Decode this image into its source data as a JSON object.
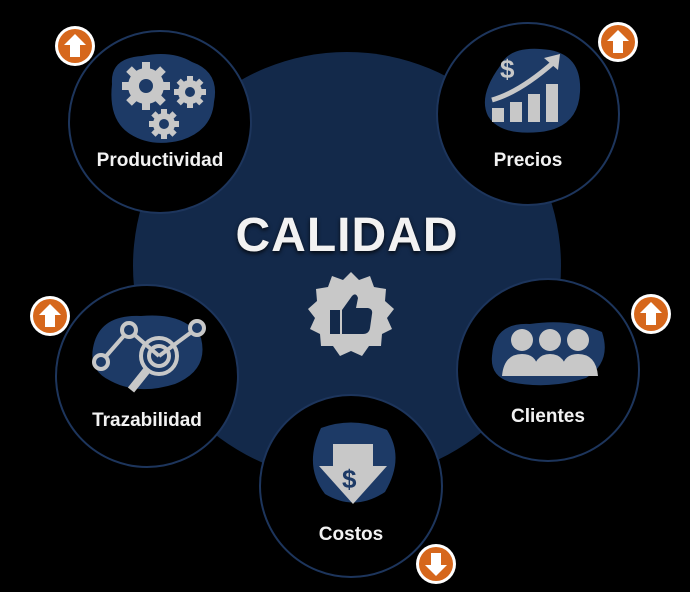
{
  "title": "CALIDAD",
  "colors": {
    "navy": "#13294a",
    "icon_fill": "#1d3a66",
    "accent_orange": "#d6671c",
    "text": "#f2f2f2"
  },
  "center_badge_icon": "thumbs-up-icon",
  "nodes": [
    {
      "id": "productividad",
      "label": "Productividad",
      "icon": "gears-icon",
      "trend": "up"
    },
    {
      "id": "precios",
      "label": "Precios",
      "icon": "rising-bar-chart-dollar-icon",
      "trend": "up"
    },
    {
      "id": "trazabilidad",
      "label": "Trazabilidad",
      "icon": "network-magnifier-icon",
      "trend": "up"
    },
    {
      "id": "clientes",
      "label": "Clientes",
      "icon": "people-group-icon",
      "trend": "up"
    },
    {
      "id": "costos",
      "label": "Costos",
      "icon": "dollar-down-arrow-icon",
      "trend": "down"
    }
  ]
}
